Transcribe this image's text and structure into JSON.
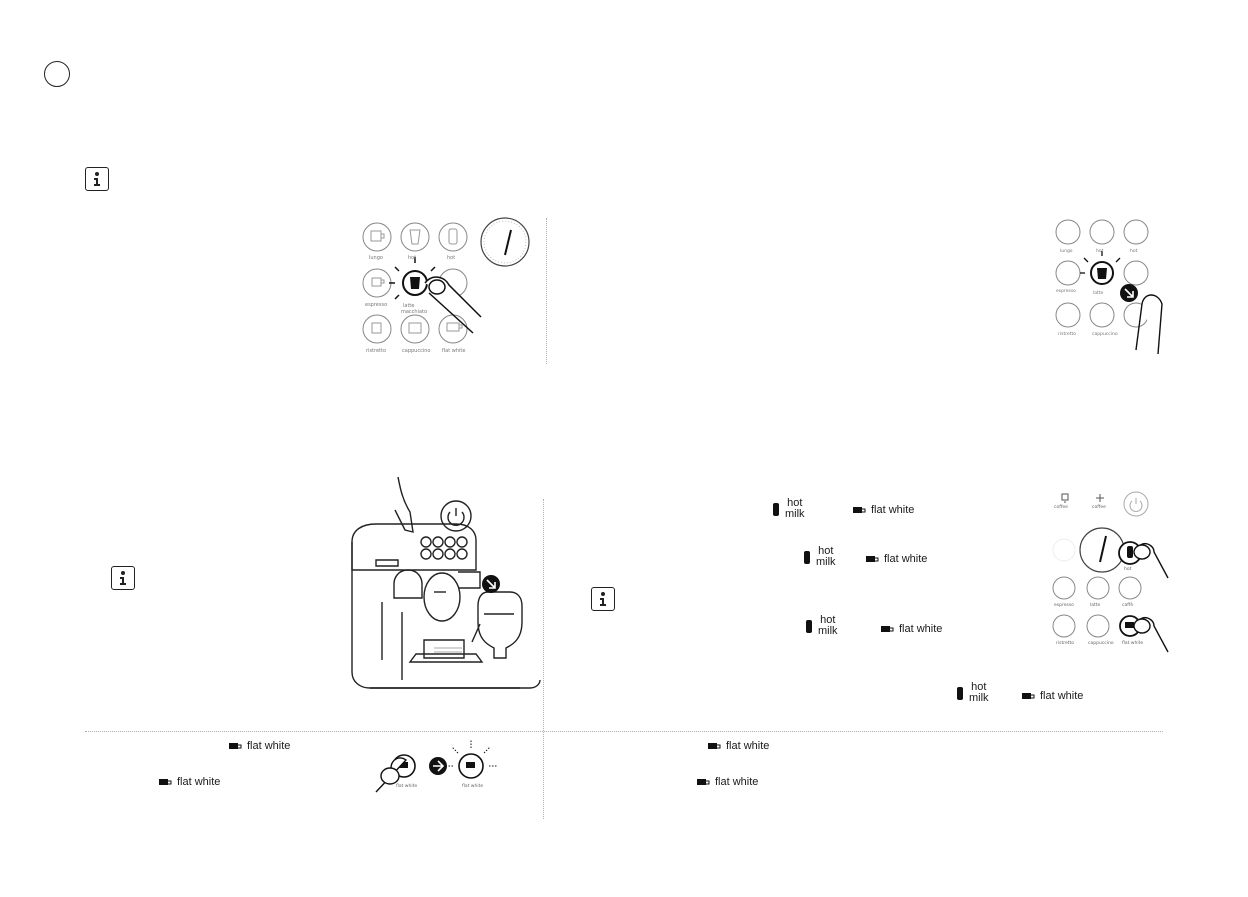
{
  "page": {
    "background": "#ffffff",
    "ink": "#1a1a1a",
    "rule": "#b0b0b0"
  },
  "button_labels": {
    "flat_white": "flat white",
    "hot": "hot",
    "milk": "milk"
  },
  "icons": [
    "step-number-circle",
    "info-icon",
    "cup-icon",
    "milk-jug-icon",
    "arrow-right-icon",
    "finger-press-icon",
    "dial-icon",
    "machine-illustration"
  ]
}
